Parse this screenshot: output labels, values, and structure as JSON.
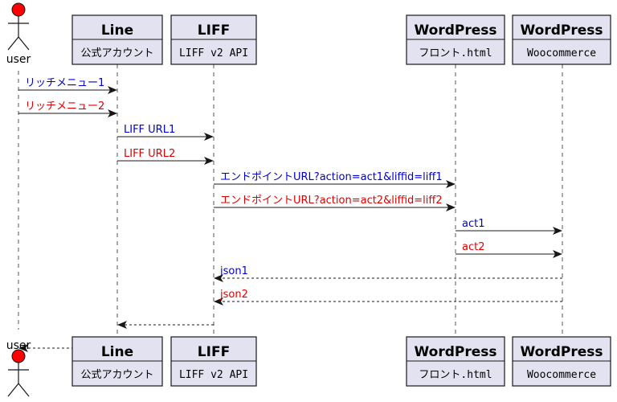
{
  "participants": {
    "user": {
      "label": "user"
    },
    "line": {
      "title": "Line",
      "subtitle": "公式アカウント"
    },
    "liff": {
      "title": "LIFF",
      "subtitle": "LIFF v2 API"
    },
    "wpfront": {
      "title": "WordPress",
      "subtitle": "フロント.html"
    },
    "wpwoo": {
      "title": "WordPress",
      "subtitle": "Woocommerce"
    }
  },
  "colors": {
    "actor": "#FF0000",
    "participant_fill": "#E2E2F0",
    "blue_label": "#0000CC",
    "red_label": "#DD0000"
  },
  "messages": [
    {
      "from": "user",
      "to": "line",
      "label": "リッチメニュー1",
      "color": "#0000CC",
      "dashed": false
    },
    {
      "from": "user",
      "to": "line",
      "label": "リッチメニュー2",
      "color": "#DD0000",
      "dashed": false
    },
    {
      "from": "line",
      "to": "liff",
      "label": "LIFF URL1",
      "color": "#0000CC",
      "dashed": false
    },
    {
      "from": "line",
      "to": "liff",
      "label": "LIFF URL2",
      "color": "#DD0000",
      "dashed": false
    },
    {
      "from": "liff",
      "to": "wpfront",
      "label": "エンドポイントURL?action=act1&liffid=liff1",
      "color": "#0000CC",
      "dashed": false
    },
    {
      "from": "liff",
      "to": "wpfront",
      "label": "エンドポイントURL?action=act2&liffid=liff2",
      "color": "#DD0000",
      "dashed": false
    },
    {
      "from": "wpfront",
      "to": "wpwoo",
      "label": "act1",
      "color": "#0000CC",
      "dashed": false
    },
    {
      "from": "wpfront",
      "to": "wpwoo",
      "label": "act2",
      "color": "#DD0000",
      "dashed": false
    },
    {
      "from": "wpwoo",
      "to": "liff",
      "label": "json1",
      "color": "#0000CC",
      "dashed": true
    },
    {
      "from": "wpwoo",
      "to": "liff",
      "label": "json2",
      "color": "#DD0000",
      "dashed": true
    },
    {
      "from": "liff",
      "to": "line",
      "label": "",
      "color": "#000000",
      "dashed": true
    },
    {
      "from": "line",
      "to": "user",
      "label": "",
      "color": "#000000",
      "dashed": true
    }
  ]
}
